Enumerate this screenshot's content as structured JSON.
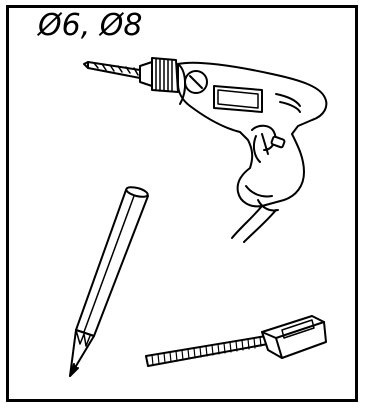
{
  "label": {
    "drill_bit_sizes": "Ø6, Ø8"
  },
  "items": [
    {
      "name": "power-drill"
    },
    {
      "name": "pencil"
    },
    {
      "name": "tape-measure"
    }
  ],
  "colors": {
    "line": "#000000",
    "background": "#ffffff"
  }
}
